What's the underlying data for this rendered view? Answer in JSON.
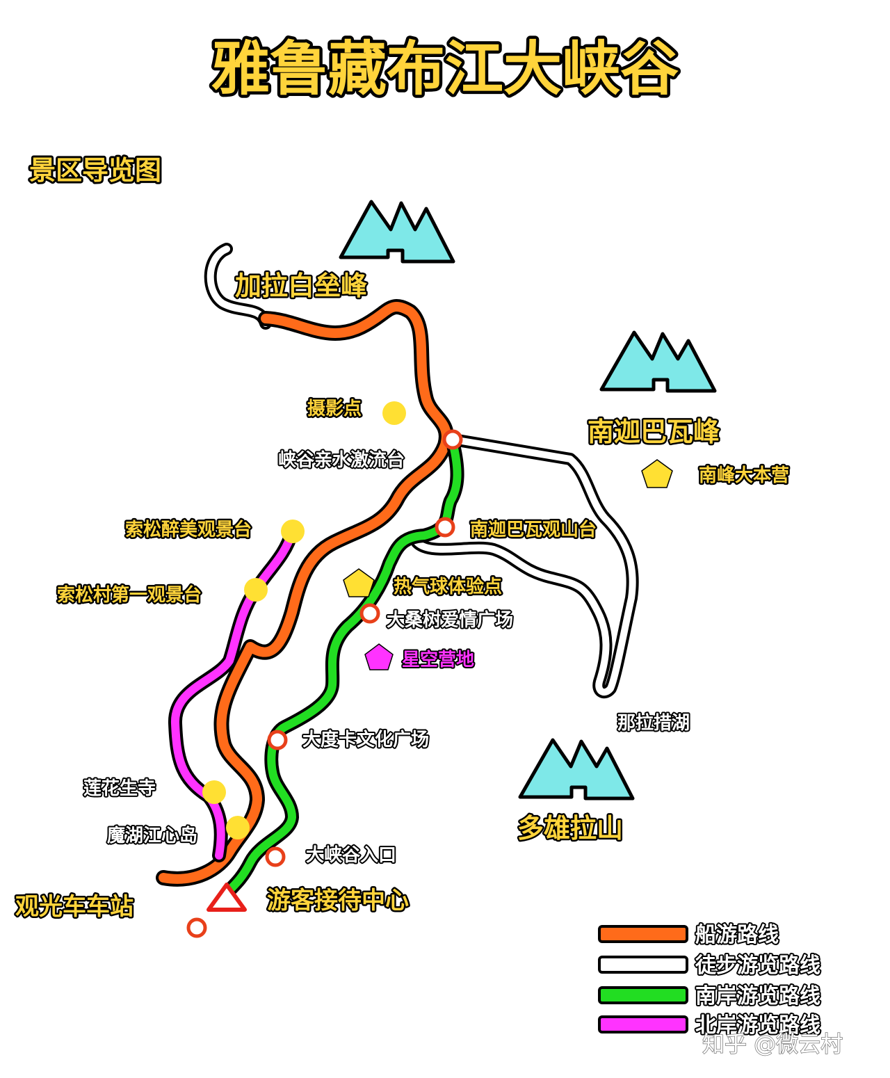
{
  "title": "雅鲁藏布江大峡谷",
  "subtitle": "景区导览图",
  "colors": {
    "boat": "#ff6b1a",
    "hiking": "#ffffff",
    "south": "#22dd22",
    "north": "#ff33ff",
    "label_yellow": "#ffd43b",
    "mountain": "#7ee8e8",
    "spot_yellow": "#ffe033",
    "stop_ring": "#e8401a",
    "center": "#e8201a"
  },
  "mountains": {
    "jialabaile": "加拉白垒峰",
    "nanjiabawa": "南迦巴瓦峰",
    "duoxiongla": "多雄拉山"
  },
  "points": {
    "photo_spot": "摄影点",
    "rafting": "峡谷亲水激流台",
    "nanfeng_camp": "南峰大本营",
    "viewing_deck": "南迦巴瓦观山台",
    "suosong_deck": "索松醉美观景台",
    "suosong_first": "索松村第一观景台",
    "balloon": "热气球体验点",
    "mulberry": "大桑树爱情广场",
    "starry_camp": "星空营地",
    "nala_lake": "那拉措湖",
    "daduka": "大度卡文化广场",
    "lianhua_temple": "莲花生寺",
    "mohu_island": "魔湖江心岛",
    "entrance": "大峡谷入口",
    "bus_station": "观光车车站",
    "visitor_center": "游客接待中心"
  },
  "legend": [
    {
      "label": "船游路线",
      "color": "#ff6b1a"
    },
    {
      "label": "徒步游览路线",
      "color": "#ffffff"
    },
    {
      "label": "南岸游览路线",
      "color": "#22dd22"
    },
    {
      "label": "北岸游览路线",
      "color": "#ff33ff"
    }
  ],
  "watermark": "知乎 @微云村"
}
